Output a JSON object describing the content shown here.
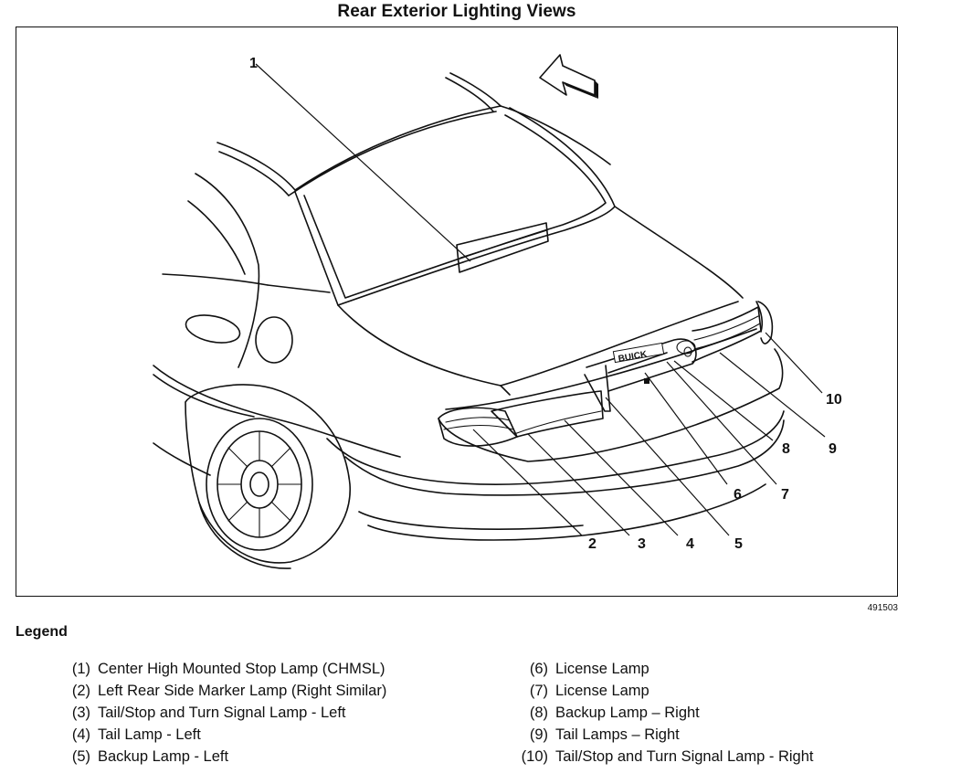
{
  "title": "Rear Exterior Lighting Views",
  "figure_id": "491503",
  "callouts": [
    "1",
    "2",
    "3",
    "4",
    "5",
    "6",
    "7",
    "8",
    "9",
    "10"
  ],
  "vehicle_badge": "BUICK",
  "legend": {
    "heading": "Legend",
    "items": [
      {
        "num": "(1)",
        "text": "Center High Mounted Stop Lamp (CHMSL)"
      },
      {
        "num": "(2)",
        "text": "Left Rear Side Marker Lamp (Right Similar)"
      },
      {
        "num": "(3)",
        "text": "Tail/Stop and Turn Signal Lamp - Left"
      },
      {
        "num": "(4)",
        "text": "Tail Lamp - Left"
      },
      {
        "num": "(5)",
        "text": "Backup Lamp - Left"
      },
      {
        "num": "(6)",
        "text": "License Lamp"
      },
      {
        "num": "(7)",
        "text": "License Lamp"
      },
      {
        "num": "(8)",
        "text": "Backup Lamp – Right"
      },
      {
        "num": "(9)",
        "text": "Tail Lamps – Right"
      },
      {
        "num": "(10)",
        "text": "Tail/Stop and Turn Signal Lamp - Right"
      }
    ]
  }
}
